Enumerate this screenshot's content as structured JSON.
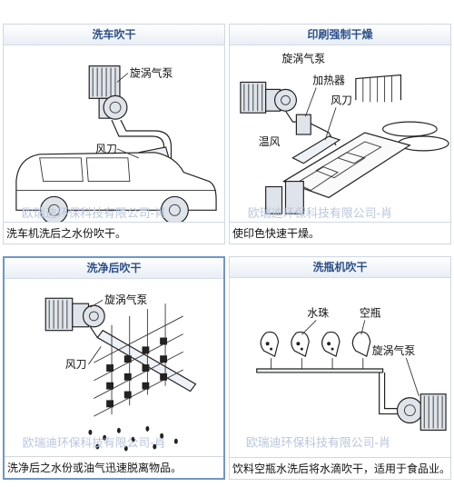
{
  "panels": [
    {
      "title": "洗车吹干",
      "labels": [
        "旋涡气泵",
        "风刀"
      ],
      "watermark": "欧瑞迪环保科技有限公司-肖",
      "caption": "洗车机洗后之水份吹干。"
    },
    {
      "title": "印刷强制干燥",
      "labels": [
        "旋涡气泵",
        "加热器",
        "风刀",
        "温风"
      ],
      "watermark": "欧瑞迪环保科技有限公司-肖",
      "caption": "使印色快速干燥。"
    },
    {
      "title": "洗净后吹干",
      "labels": [
        "旋涡气泵",
        "风刀"
      ],
      "watermark": "欧瑞迪环保科技有限公司-肖",
      "caption": "洗净后之水份或油气迅速脱离物品。"
    },
    {
      "title": "洗瓶机吹干",
      "labels": [
        "水珠",
        "空瓶",
        "旋涡气泵"
      ],
      "watermark": "欧瑞迪环保科技有限公司-肖",
      "caption": "饮料空瓶水洗后将水滴吹干，适用于食品业。"
    }
  ]
}
